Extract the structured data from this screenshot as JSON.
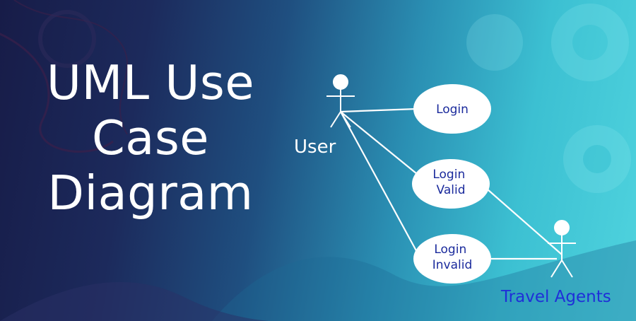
{
  "title": {
    "line1": "UML Use",
    "line2": "Case",
    "line3": "Diagram"
  },
  "actors": {
    "user": "User",
    "travel_agents": "Travel Agents"
  },
  "use_cases": {
    "login": "Login",
    "login_valid": [
      "Login",
      "Valid"
    ],
    "login_invalid": [
      "Login",
      "Invalid"
    ]
  },
  "colors": {
    "background_dark": "#171c48",
    "background_light": "#4fd3de",
    "title_text": "#ffffff",
    "usecase_text": "#1a2a9c",
    "travel_agents_text": "#1f2fd8",
    "line_color": "#ffffff"
  }
}
